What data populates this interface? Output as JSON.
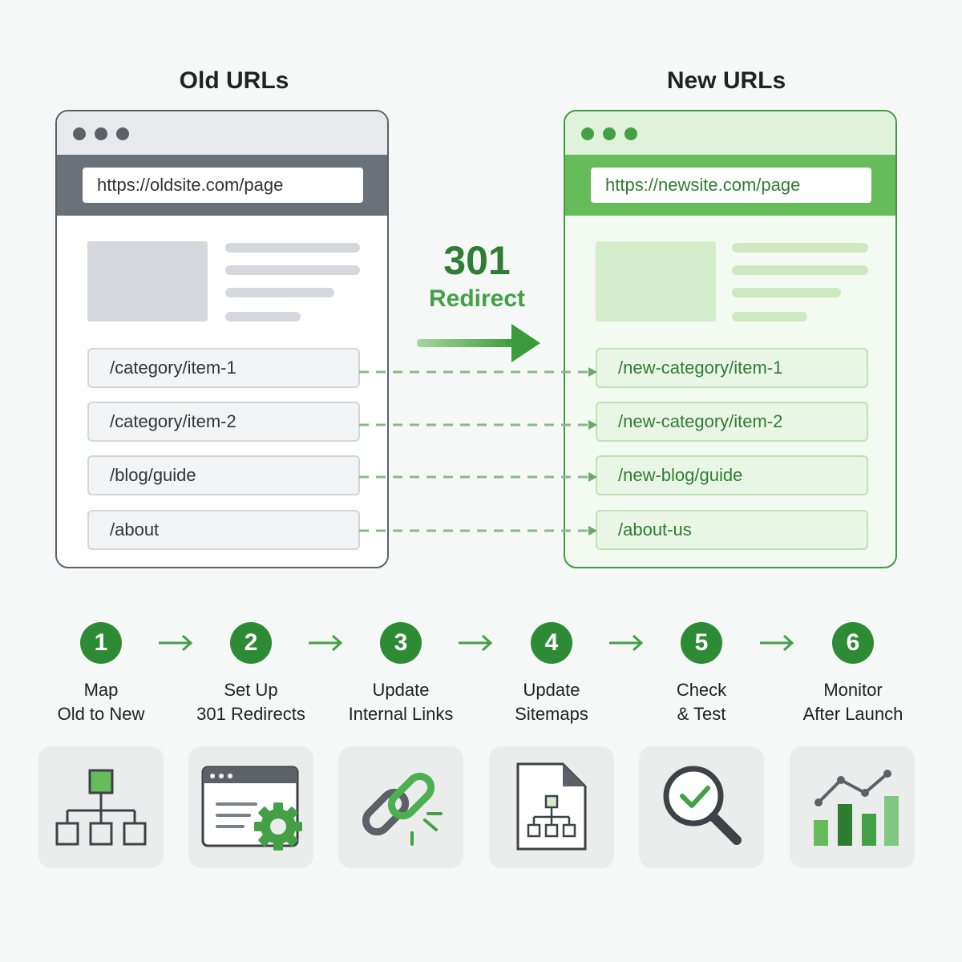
{
  "old_column": {
    "title": "Old URLs",
    "url": "https://oldsite.com/page",
    "paths": [
      "/category/item-1",
      "/category/item-2",
      "/blog/guide",
      "/about"
    ]
  },
  "new_column": {
    "title": "New URLs",
    "url": "https://newsite.com/page",
    "paths": [
      "/new-category/item-1",
      "/new-category/item-2",
      "/new-blog/guide",
      "/about-us"
    ]
  },
  "redirect": {
    "code": "301",
    "label": "Redirect"
  },
  "steps": [
    {
      "number": "1",
      "line1": "Map",
      "line2": "Old to New",
      "icon": "sitemap-icon"
    },
    {
      "number": "2",
      "line1": "Set Up",
      "line2": "301 Redirects",
      "icon": "browser-gear-icon"
    },
    {
      "number": "3",
      "line1": "Update",
      "line2": "Internal Links",
      "icon": "broken-link-icon"
    },
    {
      "number": "4",
      "line1": "Update",
      "line2": "Sitemaps",
      "icon": "sitemap-file-icon"
    },
    {
      "number": "5",
      "line1": "Check",
      "line2": "& Test",
      "icon": "magnifier-check-icon"
    },
    {
      "number": "6",
      "line1": "Monitor",
      "line2": "After Launch",
      "icon": "growth-chart-icon"
    }
  ],
  "colors": {
    "green_dark": "#2e8b35",
    "green": "#43a047",
    "green_light": "#e1f2db",
    "gray_dark": "#5c6168",
    "gray_light": "#d4d7db"
  }
}
